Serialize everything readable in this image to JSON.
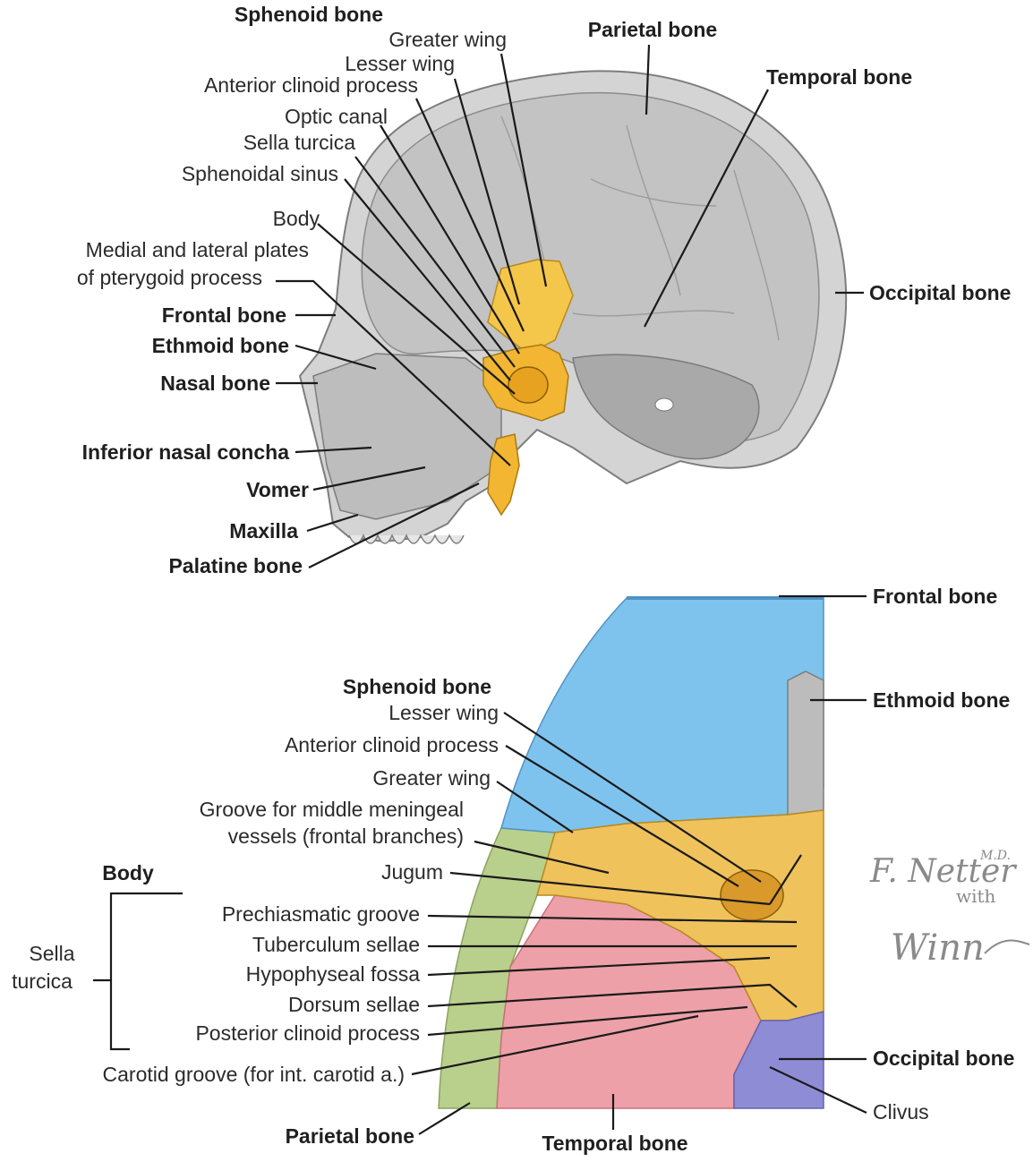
{
  "colors": {
    "sphenoid": "#f2b632",
    "sphenoid_light": "#f6d27a",
    "frontal": "#7ec3ee",
    "parietal": "#b9cf8c",
    "temporal": "#eda0a8",
    "occipital": "#8f8cd6",
    "ethmoid": "#bcbcbc",
    "skull": "#d9d9d9",
    "skull_dark": "#9a9a9a",
    "line": "#1a1a1a"
  },
  "top": {
    "labels": {
      "sphenoid_bone": "Sphenoid bone",
      "greater_wing": "Greater wing",
      "lesser_wing": "Lesser wing",
      "anterior_clinoid": "Anterior clinoid process",
      "optic_canal": "Optic canal",
      "sella_turcica": "Sella turcica",
      "sphenoidal_sinus": "Sphenoidal sinus",
      "body": "Body",
      "pterygoid_1": "Medial and lateral plates",
      "pterygoid_2": "of pterygoid process",
      "frontal_bone": "Frontal bone",
      "ethmoid_bone": "Ethmoid bone",
      "nasal_bone": "Nasal bone",
      "inferior_nasal_concha": "Inferior nasal concha",
      "vomer": "Vomer",
      "maxilla": "Maxilla",
      "palatine_bone": "Palatine bone",
      "parietal_bone": "Parietal bone",
      "temporal_bone": "Temporal bone",
      "occipital_bone": "Occipital bone"
    }
  },
  "bottom": {
    "labels": {
      "frontal_bone": "Frontal bone",
      "sphenoid_bone": "Sphenoid bone",
      "ethmoid_bone": "Ethmoid bone",
      "lesser_wing": "Lesser wing",
      "anterior_clinoid": "Anterior clinoid process",
      "greater_wing": "Greater wing",
      "groove_1": "Groove for middle meningeal",
      "groove_2": "vessels (frontal branches)",
      "jugum": "Jugum",
      "body": "Body",
      "prechiasmatic": "Prechiasmatic groove",
      "tuberculum": "Tuberculum sellae",
      "hypophyseal": "Hypophyseal fossa",
      "dorsum": "Dorsum sellae",
      "posterior_clinoid": "Posterior clinoid process",
      "sella_1": "Sella",
      "sella_2": "turcica",
      "carotid_groove": "Carotid groove (for int. carotid a.)",
      "occipital_bone": "Occipital bone",
      "clivus": "Clivus",
      "parietal_bone": "Parietal bone",
      "temporal_bone": "Temporal bone"
    }
  },
  "signature": {
    "line1": "F. Netter",
    "md": "M.D.",
    "with": "with",
    "line2": "Winn"
  }
}
